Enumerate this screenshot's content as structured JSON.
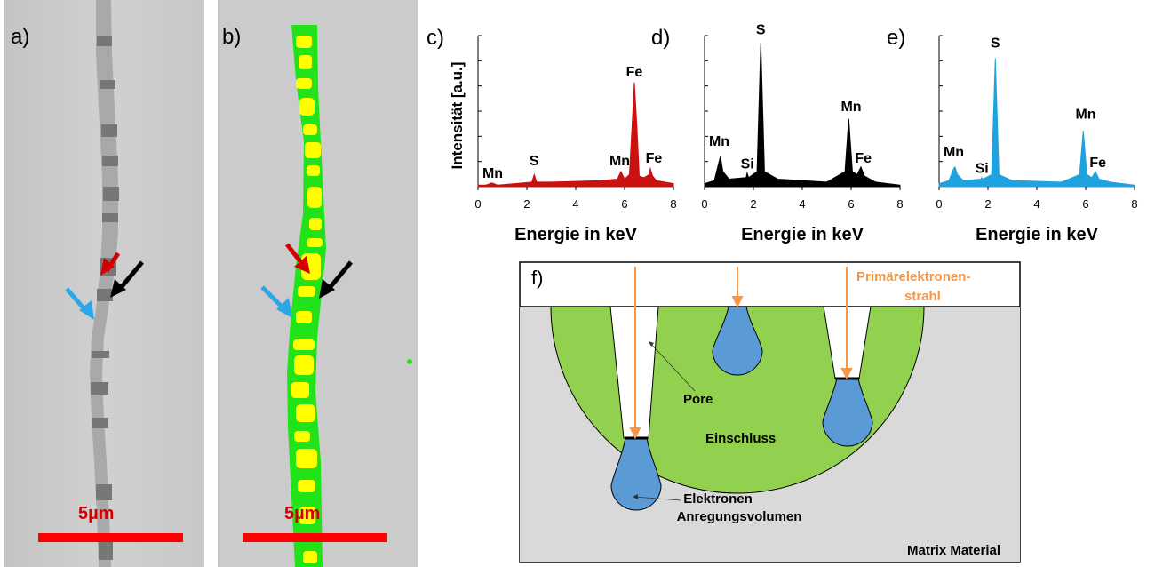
{
  "panels": {
    "a": {
      "label": "a)",
      "scale_text": "5µm"
    },
    "b": {
      "label": "b)",
      "scale_text": "5µm"
    }
  },
  "chart_data": [
    {
      "type": "line",
      "panel_label": "c)",
      "ylabel": "Intensität [a.u.]",
      "xlabel": "Energie in keV",
      "xlim": [
        0,
        8
      ],
      "xticks": [
        "0",
        "2",
        "4",
        "6",
        "8"
      ],
      "color": "#cc1111",
      "series": [
        {
          "x": [
            0,
            0.3,
            0.5,
            0.55,
            0.65,
            0.8,
            1.5,
            2.2,
            2.3,
            2.4,
            3.0,
            5.0,
            5.7,
            5.85,
            6.0,
            6.2,
            6.4,
            6.5,
            6.6,
            6.8,
            7.0,
            7.05,
            7.15,
            7.3,
            8
          ],
          "y": [
            0.01,
            0.01,
            0.02,
            0.025,
            0.02,
            0.01,
            0.02,
            0.03,
            0.08,
            0.03,
            0.03,
            0.04,
            0.05,
            0.1,
            0.05,
            0.08,
            0.69,
            0.4,
            0.07,
            0.06,
            0.08,
            0.12,
            0.07,
            0.04,
            0.02
          ]
        }
      ],
      "peak_labels": [
        {
          "text": "Mn",
          "x": 0.6,
          "y": 0.06
        },
        {
          "text": "S",
          "x": 2.3,
          "y": 0.14
        },
        {
          "text": "Mn",
          "x": 5.8,
          "y": 0.14
        },
        {
          "text": "Fe",
          "x": 6.4,
          "y": 0.73
        },
        {
          "text": "Fe",
          "x": 7.2,
          "y": 0.16
        }
      ]
    },
    {
      "type": "line",
      "panel_label": "d)",
      "ylabel": "",
      "xlabel": "Energie in keV",
      "xlim": [
        0,
        8
      ],
      "xticks": [
        "0",
        "2",
        "4",
        "6",
        "8"
      ],
      "color": "#000000",
      "series": [
        {
          "x": [
            0,
            0.4,
            0.6,
            0.65,
            0.75,
            1.0,
            1.7,
            1.74,
            1.8,
            2.15,
            2.3,
            2.45,
            3.0,
            5.0,
            5.75,
            5.9,
            6.05,
            6.25,
            6.4,
            6.55,
            7.0,
            8
          ],
          "y": [
            0.02,
            0.04,
            0.17,
            0.2,
            0.1,
            0.05,
            0.06,
            0.09,
            0.06,
            0.1,
            0.95,
            0.1,
            0.05,
            0.03,
            0.1,
            0.45,
            0.1,
            0.08,
            0.13,
            0.07,
            0.03,
            0.01
          ]
        }
      ],
      "peak_labels": [
        {
          "text": "Mn",
          "x": 0.6,
          "y": 0.27
        },
        {
          "text": "Si",
          "x": 1.75,
          "y": 0.12
        },
        {
          "text": "S",
          "x": 2.3,
          "y": 1.01
        },
        {
          "text": "Mn",
          "x": 6.0,
          "y": 0.5
        },
        {
          "text": "Fe",
          "x": 6.5,
          "y": 0.16
        }
      ]
    },
    {
      "type": "line",
      "panel_label": "e)",
      "ylabel": "",
      "xlabel": "Energie in keV",
      "xlim": [
        0,
        8
      ],
      "xticks": [
        "0",
        "2",
        "4",
        "6",
        "8"
      ],
      "color": "#1fa3e0",
      "series": [
        {
          "x": [
            0,
            0.4,
            0.6,
            0.65,
            0.75,
            1.0,
            1.7,
            1.74,
            1.8,
            2.15,
            2.3,
            2.45,
            3.0,
            5.0,
            5.75,
            5.9,
            6.05,
            6.25,
            6.4,
            6.55,
            7.0,
            8
          ],
          "y": [
            0.02,
            0.04,
            0.12,
            0.13,
            0.08,
            0.04,
            0.05,
            0.06,
            0.05,
            0.08,
            0.85,
            0.08,
            0.04,
            0.03,
            0.08,
            0.37,
            0.08,
            0.06,
            0.1,
            0.05,
            0.03,
            0.01
          ]
        }
      ],
      "peak_labels": [
        {
          "text": "Mn",
          "x": 0.6,
          "y": 0.2
        },
        {
          "text": "Si",
          "x": 1.75,
          "y": 0.09
        },
        {
          "text": "S",
          "x": 2.3,
          "y": 0.92
        },
        {
          "text": "Mn",
          "x": 6.0,
          "y": 0.45
        },
        {
          "text": "Fe",
          "x": 6.5,
          "y": 0.13
        }
      ]
    }
  ],
  "diagram_f": {
    "label": "f)",
    "beam": "Primärelektronen-strahl",
    "beam_lines": [
      "Primärelektronen-",
      "strahl"
    ],
    "pore": "Pore",
    "inclusion": "Einschluss",
    "volume_lines": [
      "Elektronen",
      "Anregungsvolumen"
    ],
    "matrix": "Matrix Material",
    "colors": {
      "matrix": "#d9d9d9",
      "inclusion": "#92d050",
      "volume": "#5b9bd5",
      "beam": "#f79646"
    }
  }
}
